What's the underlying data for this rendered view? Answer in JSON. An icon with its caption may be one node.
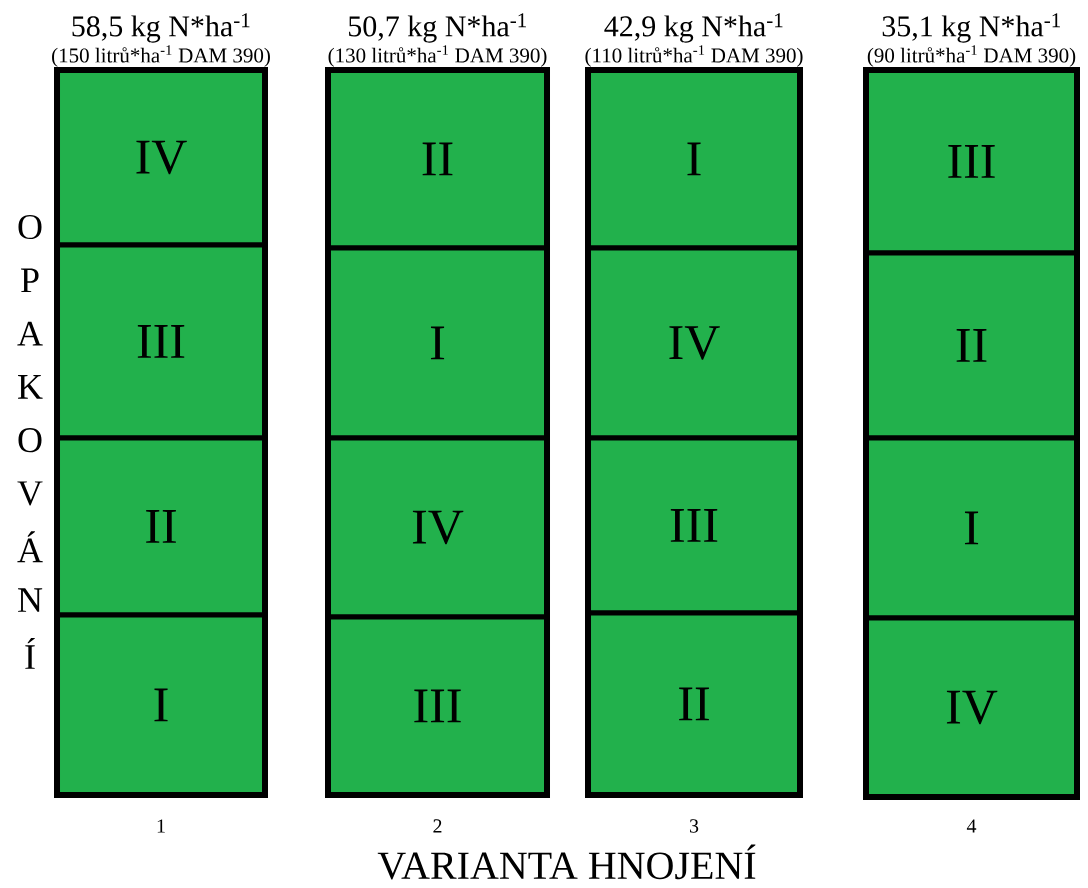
{
  "diagram": {
    "nodes": [
      {
        "text": [
          "58,5 kg N*ha$^{-1}$",
          "(150 litrů*ha$^{-1}$ DAM 390)"
        ],
        "beside": [
          "1"
        ]
      },
      {
        "text": [
          "IV"
        ],
        "in": 0
      },
      {
        "text": [
          "III"
        ],
        "in": 0
      },
      {
        "text": [
          "II"
        ],
        "in": 0
      },
      {
        "text": [
          "I"
        ],
        "in": 0
      },
      {
        "text": [
          "50,7 kg N*ha$^{-1}$",
          "(130 litrů*ha$^{-1}$ DAM 390)"
        ],
        "beside": [
          "2"
        ]
      },
      {
        "text": [
          "II"
        ],
        "in": 5
      },
      {
        "text": [
          "I"
        ],
        "in": 5
      },
      {
        "text": [
          "IV"
        ],
        "in": 5
      },
      {
        "text": [
          "III"
        ],
        "in": 5
      },
      {
        "text": [
          "42,9 kg N*ha$^{-1}$",
          "(110 litrů*ha$^{-1}$ DAM 390)"
        ],
        "beside": [
          "3"
        ]
      },
      {
        "text": [
          "I"
        ],
        "in": 10
      },
      {
        "text": [
          "IV"
        ],
        "in": 10
      },
      {
        "text": [
          "III"
        ],
        "in": 10
      },
      {
        "text": [
          "II"
        ],
        "in": 10
      },
      {
        "text": [
          "35,1 kg N*ha$^{-1}$",
          "(90 litrů*ha$^{-1}$ DAM 390)"
        ],
        "beside": [
          "4"
        ]
      },
      {
        "text": [
          "III"
        ],
        "in": 15
      },
      {
        "text": [
          "II"
        ],
        "in": 15
      },
      {
        "text": [
          "I"
        ],
        "in": 15
      },
      {
        "text": [
          "IV"
        ],
        "in": 15
      }
    ],
    "labels": [
      "O",
      "P",
      "A",
      "K",
      "O",
      "V",
      "Á",
      "N",
      "Í",
      "VARIANTA HNOJENÍ"
    ]
  }
}
